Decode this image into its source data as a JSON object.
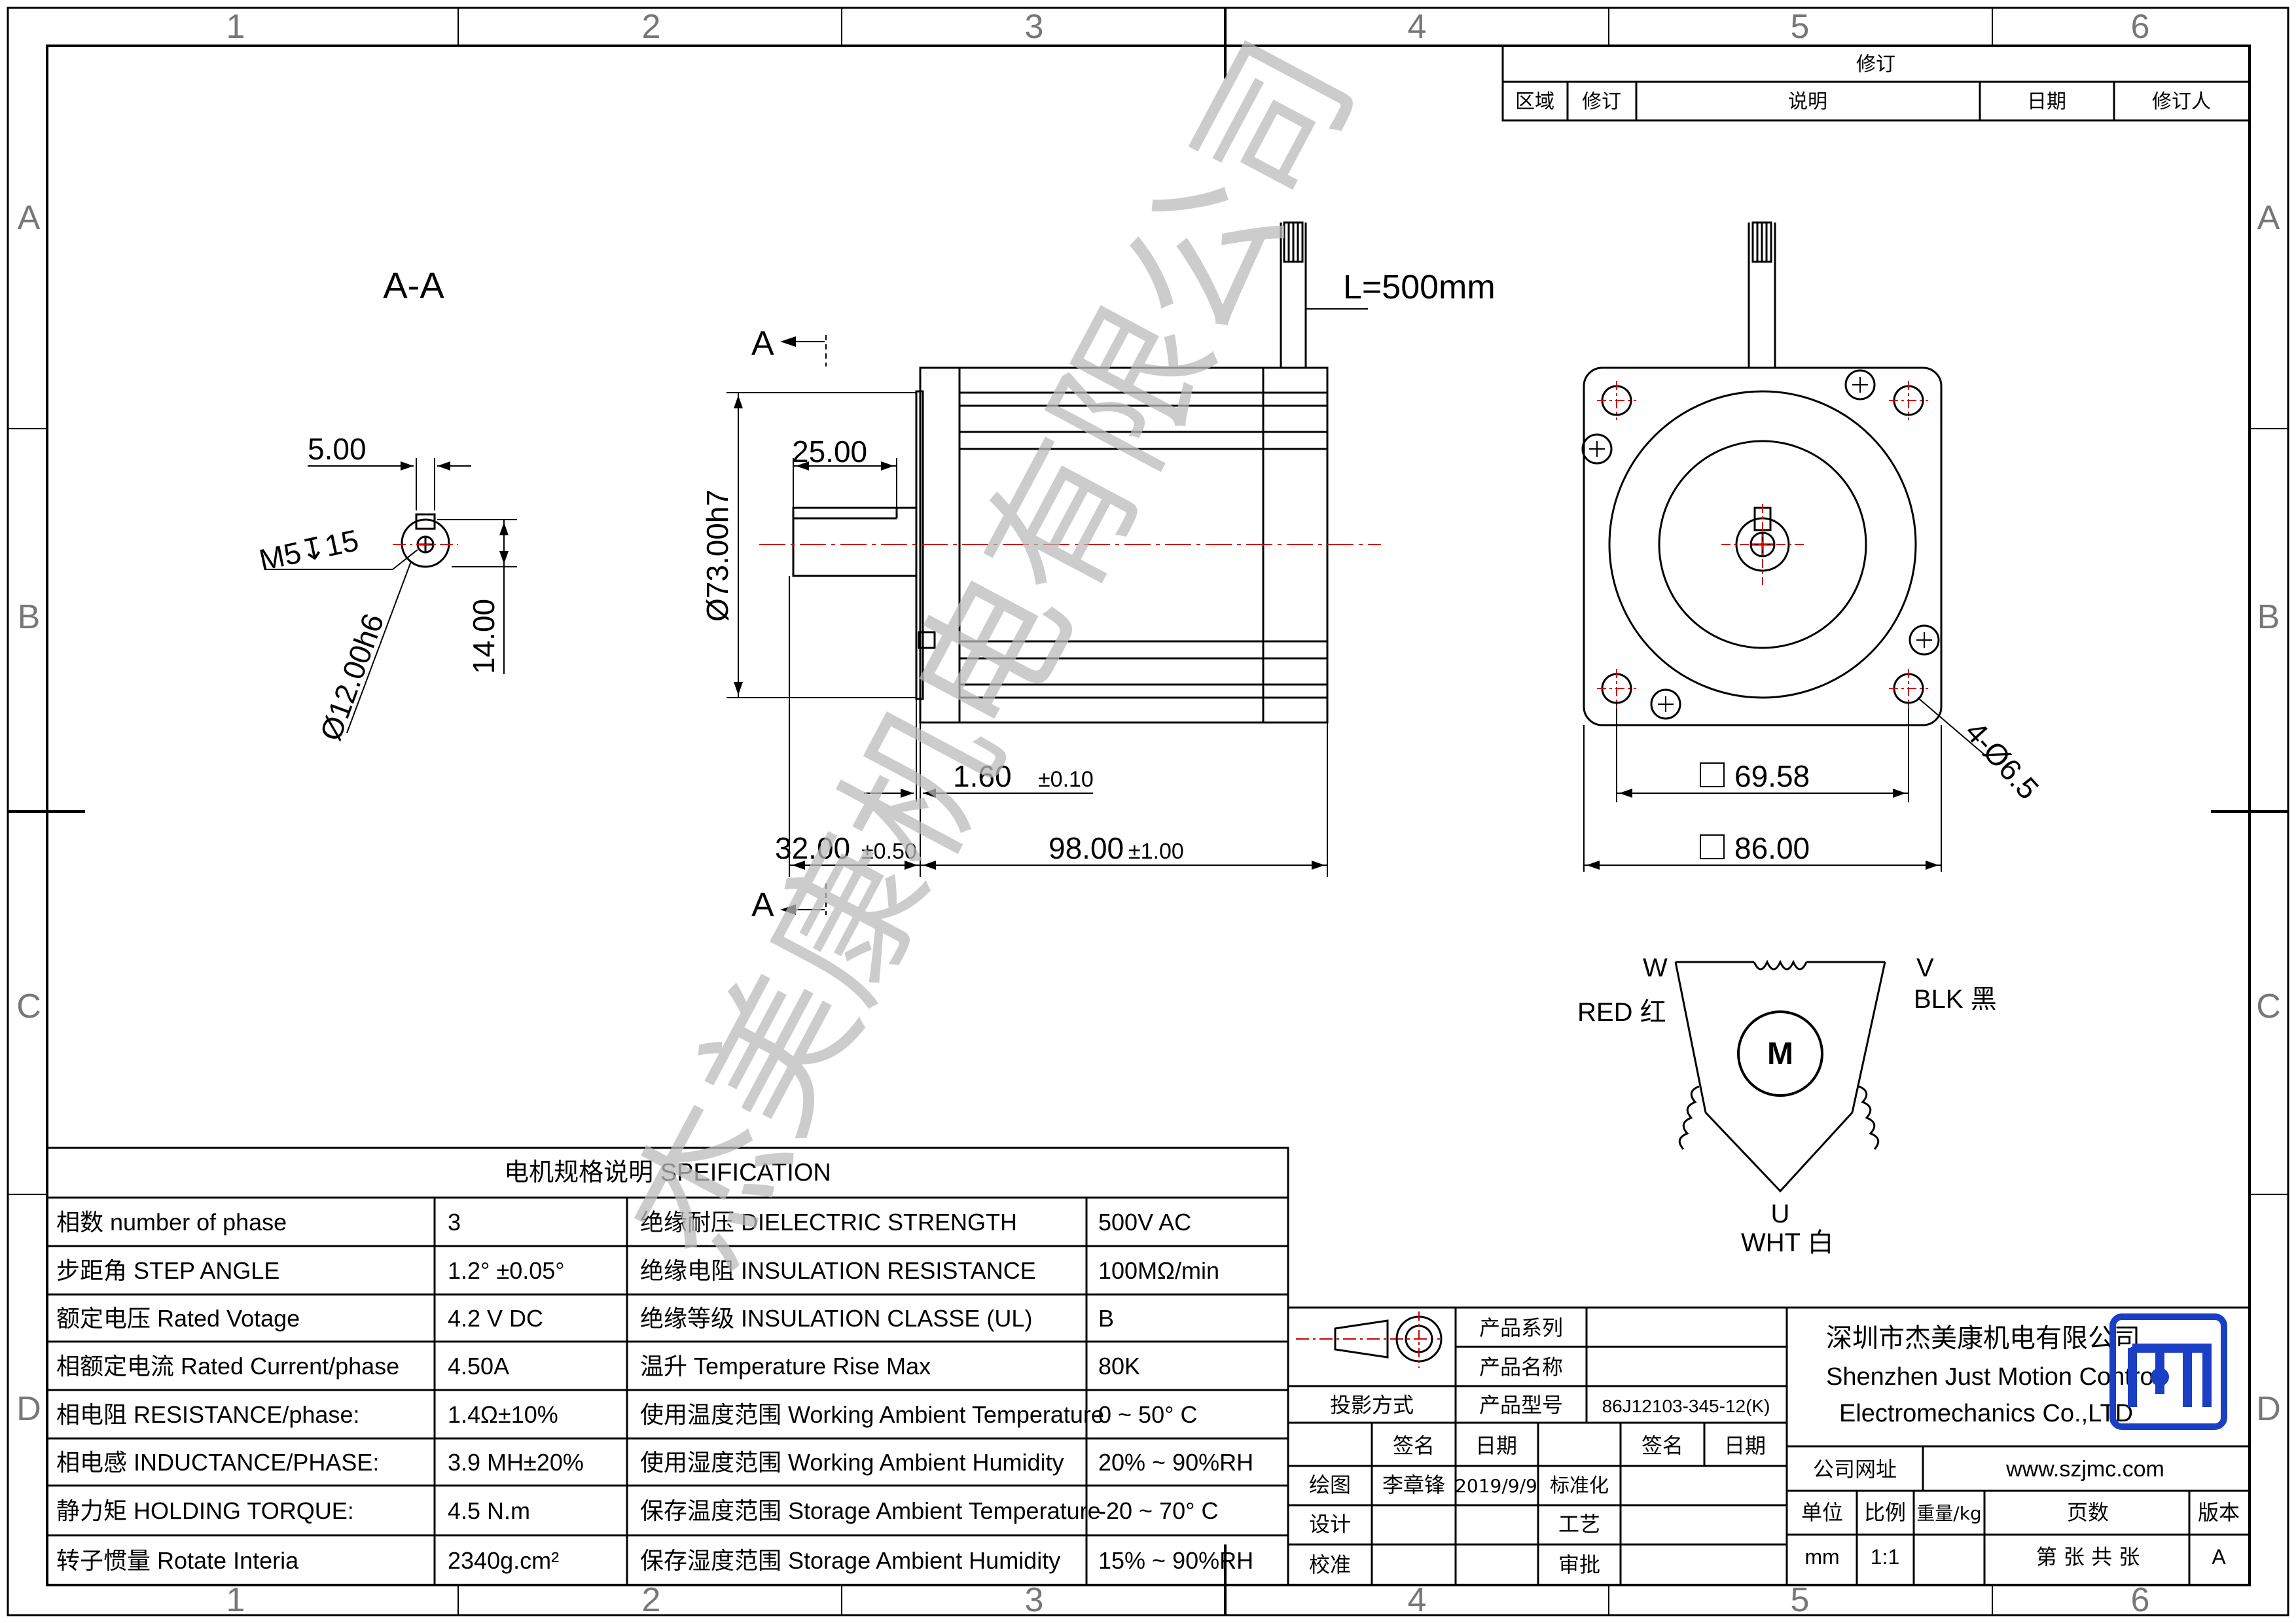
{
  "frame": {
    "cols": [
      "1",
      "2",
      "3",
      "4",
      "5",
      "6"
    ],
    "rows": [
      "A",
      "B",
      "C",
      "D"
    ]
  },
  "revision": {
    "title": "修订",
    "cols": [
      "区域",
      "修订",
      "说明",
      "日期",
      "修订人"
    ]
  },
  "section_view": {
    "title": "A-A",
    "dim_key_width": "5.00",
    "thread": "M5↧15",
    "dim_key_depth": "14.00",
    "dim_shaft_dia": "Ø12.00h6"
  },
  "side_view": {
    "section_marker": "A",
    "cable_length": "L=500mm",
    "dim_body_dia": "Ø73.00h7",
    "dim_shaft_len": "25.00",
    "dim_flange": "1.60",
    "tol_flange": "±0.10",
    "dim_shaft_ext": "32.00",
    "tol_shaft_ext": "±0.50",
    "dim_body_len": "98.00",
    "tol_body_len": "±1.00"
  },
  "front_view": {
    "dim_hole_spacing": "69.58",
    "dim_flange": "86.00",
    "dim_holes": "4-Ø6.5"
  },
  "wiring": {
    "motor_label": "M",
    "w": {
      "phase": "W",
      "color": "RED 红"
    },
    "v": {
      "phase": "V",
      "color": "BLK 黑"
    },
    "u": {
      "phase": "U",
      "color": "WHT 白"
    }
  },
  "spec": {
    "title": "电机规格说明 SPEIFICATION",
    "rows": [
      [
        "相数 number of phase",
        "3",
        "绝缘耐压 DIELECTRIC STRENGTH",
        "500V AC"
      ],
      [
        "步距角 STEP ANGLE",
        "1.2° ±0.05°",
        "绝缘电阻 INSULATION RESISTANCE",
        "100MΩ/min"
      ],
      [
        "额定电压 Rated Votage",
        "4.2 V DC",
        "绝缘等级 INSULATION CLASSE (UL)",
        "B"
      ],
      [
        "相额定电流 Rated Current/phase",
        "4.50A",
        "温升 Temperature Rise Max",
        "80K"
      ],
      [
        "相电阻 RESISTANCE/phase:",
        "1.4Ω±10%",
        "使用温度范围 Working Ambient Temperature",
        "0 ~ 50° C"
      ],
      [
        "相电感 INDUCTANCE/PHASE:",
        "3.9 MH±20%",
        "使用湿度范围 Working Ambient Humidity",
        "20% ~ 90%RH"
      ],
      [
        "静力矩 HOLDING TORQUE:",
        "4.5 N.m",
        "保存温度范围 Storage Ambient Temperature",
        "-20 ~ 70° C"
      ],
      [
        "转子惯量 Rotate Interia",
        "2340g.cm²",
        "保存湿度范围 Storage Ambient Humidity",
        "15% ~ 90%RH"
      ]
    ]
  },
  "title_block": {
    "projection": "投影方式",
    "series_label": "产品系列",
    "name_label": "产品名称",
    "model_label": "产品型号",
    "model": "86J12103-345-12(K)",
    "sign_label": "签名",
    "date_label": "日期",
    "drawn_label": "绘图",
    "drawn_by": "李章锋",
    "drawn_date": "2019/9/9",
    "standard_label": "标准化",
    "design_label": "设计",
    "process_label": "工艺",
    "check_label": "校准",
    "approve_label": "审批",
    "unit_label": "单位",
    "scale_label": "比例",
    "weight_label": "重量/kg",
    "pages_label": "页数",
    "version_label": "版本",
    "unit": "mm",
    "scale": "1:1",
    "pages": "第 张 共 张",
    "version": "A"
  },
  "company": {
    "name_cn": "深圳市杰美康机电有限公司",
    "name_en_1": "Shenzhen Just Motion Control",
    "name_en_2": "Electromechanics Co.,LTD",
    "website_label": "公司网址",
    "website": "www.szjmc.com"
  },
  "watermark": {
    "text": "杰美康机电有限公司"
  }
}
